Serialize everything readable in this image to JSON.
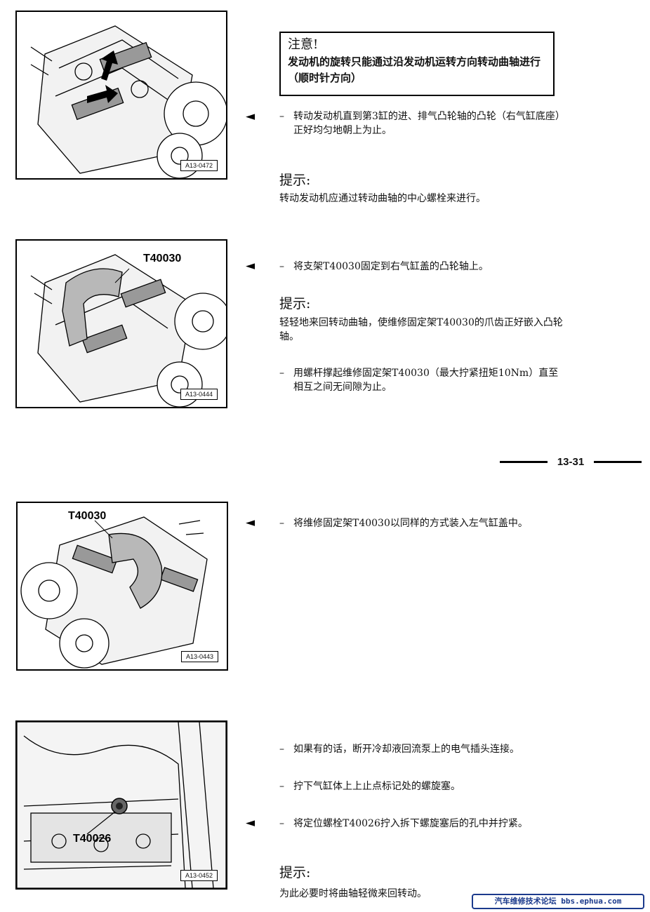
{
  "figures": [
    {
      "code": "A13-0472",
      "tool": ""
    },
    {
      "code": "A13-0444",
      "tool": "T40030"
    },
    {
      "code": "A13-0443",
      "tool": "T40030"
    },
    {
      "code": "A13-0452",
      "tool": "T40026"
    }
  ],
  "warning": {
    "title": "注意!",
    "body": "发动机的旋转只能通过沿发动机运转方向转动曲轴进行（顺时针方向）"
  },
  "arrow_glyph": "◄",
  "dash": "–",
  "steps": [
    "转动发动机直到第3缸的进、排气凸轮轴的凸轮（右气缸底座）正好均匀地朝上为止。",
    "将支架T40030固定到右气缸盖的凸轮轴上。",
    "用螺杆撑起维修固定架T40030（最大拧紧扭矩10Nm）直至相互之间无间隙为止。",
    "将维修固定架T40030以同样的方式装入左气缸盖中。",
    "如果有的话，断开冷却液回流泵上的电气插头连接。",
    "拧下气缸体上上止点标记处的螺旋塞。",
    "将定位螺栓T40026拧入拆下螺旋塞后的孔中并拧紧。"
  ],
  "hints": [
    {
      "title": "提示:",
      "body": "转动发动机应通过转动曲轴的中心螺栓来进行。"
    },
    {
      "title": "提示:",
      "body": "轻轻地来回转动曲轴，使维修固定架T40030的爪齿正好嵌入凸轮轴。"
    },
    {
      "title": "提示:",
      "body": "为此必要时将曲轴轻微来回转动。"
    }
  ],
  "page_number": "13-31",
  "watermark": "汽车维修技术论坛 bbs.ephua.com"
}
